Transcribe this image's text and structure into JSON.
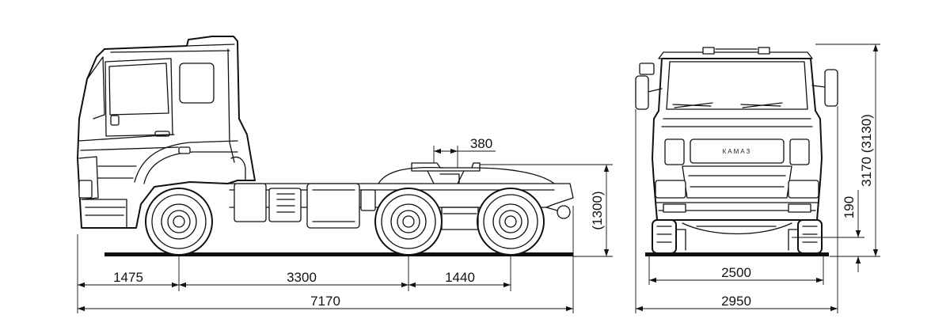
{
  "dimensions": {
    "front_overhang": "1475",
    "wheelbase": "3300",
    "tandem_spacing": "1440",
    "overall_length": "7170",
    "fifth_wheel_offset": "380",
    "fifth_wheel_height": "(1300)",
    "track_width": "2500",
    "overall_width": "2950",
    "overall_height": "3170 (3130)",
    "ground_clearance": "190"
  },
  "logo": {
    "text": "КАМАЗ"
  },
  "colors": {
    "line": "#111111",
    "background": "#ffffff"
  }
}
